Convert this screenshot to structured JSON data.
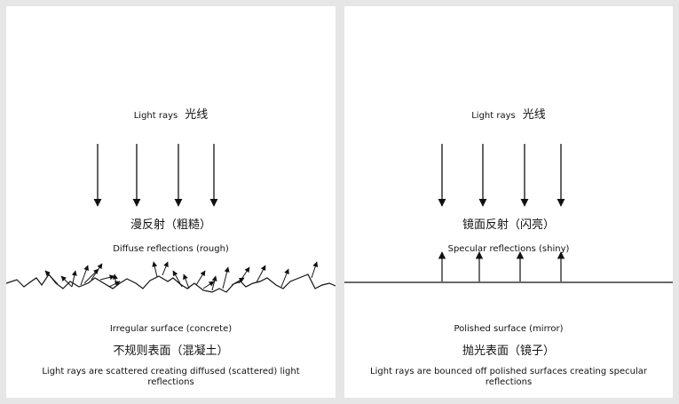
{
  "diffuse": {
    "light_rays_en": "Light rays",
    "light_rays_zh": "光线",
    "title_zh": "漫反射（粗糙）",
    "title_en": "Diffuse reflections (rough)",
    "surface_en": "Irregular surface (concrete)",
    "surface_zh": "不规则表面（混凝土）",
    "caption": "Light rays are scattered creating diffused (scattered) light reflections"
  },
  "specular": {
    "light_rays_en": "Light rays",
    "light_rays_zh": "光线",
    "title_zh": "镜面反射（闪亮）",
    "title_en": "Specular reflections (shiny)",
    "surface_en": "Polished surface (mirror)",
    "surface_zh": "抛光表面（镜子）",
    "caption": "Light rays are bounced off polished surfaces creating specular reflections"
  },
  "colors": {
    "line": "#111111",
    "background": "#e6e6e6",
    "panel": "#ffffff"
  }
}
